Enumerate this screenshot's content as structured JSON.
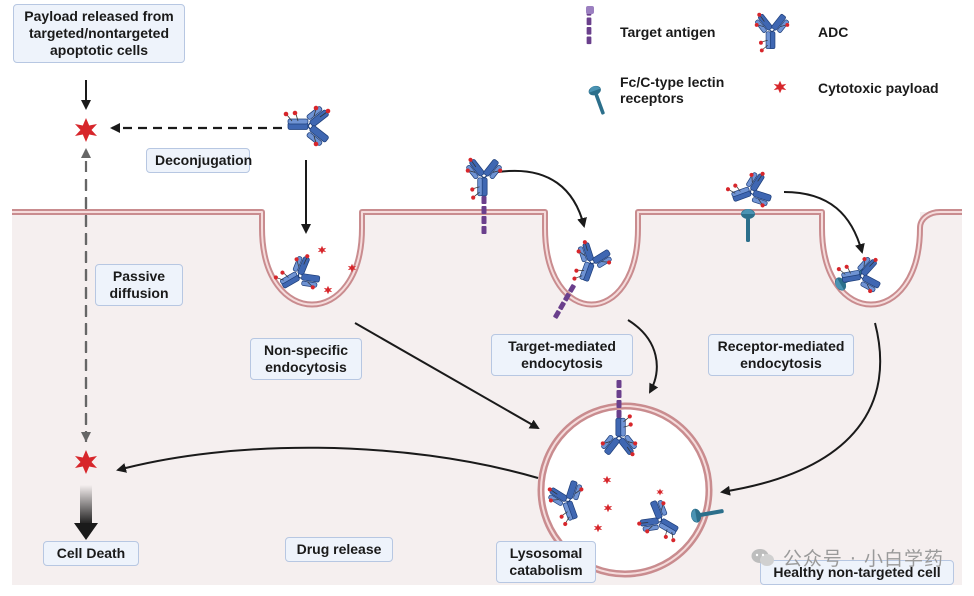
{
  "labels": {
    "payload_released": [
      "Payload released from",
      "targeted/nontargeted",
      "apoptotic cells"
    ],
    "deconjugation": "Deconjugation",
    "passive_diffusion": [
      "Passive",
      "diffusion"
    ],
    "non_specific": [
      "Non-specific",
      "endocytosis"
    ],
    "target_mediated": [
      "Target-mediated",
      "endocytosis"
    ],
    "receptor_mediated": [
      "Receptor-mediated",
      "endocytosis"
    ],
    "cell_death": "Cell Death",
    "drug_release": "Drug release",
    "lysosomal": [
      "Lysosomal",
      "catabolism"
    ],
    "healthy_cell": "Healthy non-targeted cell"
  },
  "legend": {
    "target_antigen": "Target antigen",
    "adc": "ADC",
    "fc_receptor": [
      "Fc/C-type lectin",
      "receptors"
    ],
    "payload": "Cytotoxic payload"
  },
  "watermark": "公众号 · 小白学药",
  "colors": {
    "membrane": "#c98c8f",
    "cytoplasm": "#f5efef",
    "antibody": "#3f67b2",
    "payload": "#d7262b",
    "antigen": "#6a3f8c",
    "receptor": "#2c6f8b",
    "label_bg": "#eef3fb"
  },
  "icons": [
    "antibody-icon",
    "payload-star-icon",
    "antigen-icon",
    "receptor-icon",
    "wechat-icon"
  ]
}
